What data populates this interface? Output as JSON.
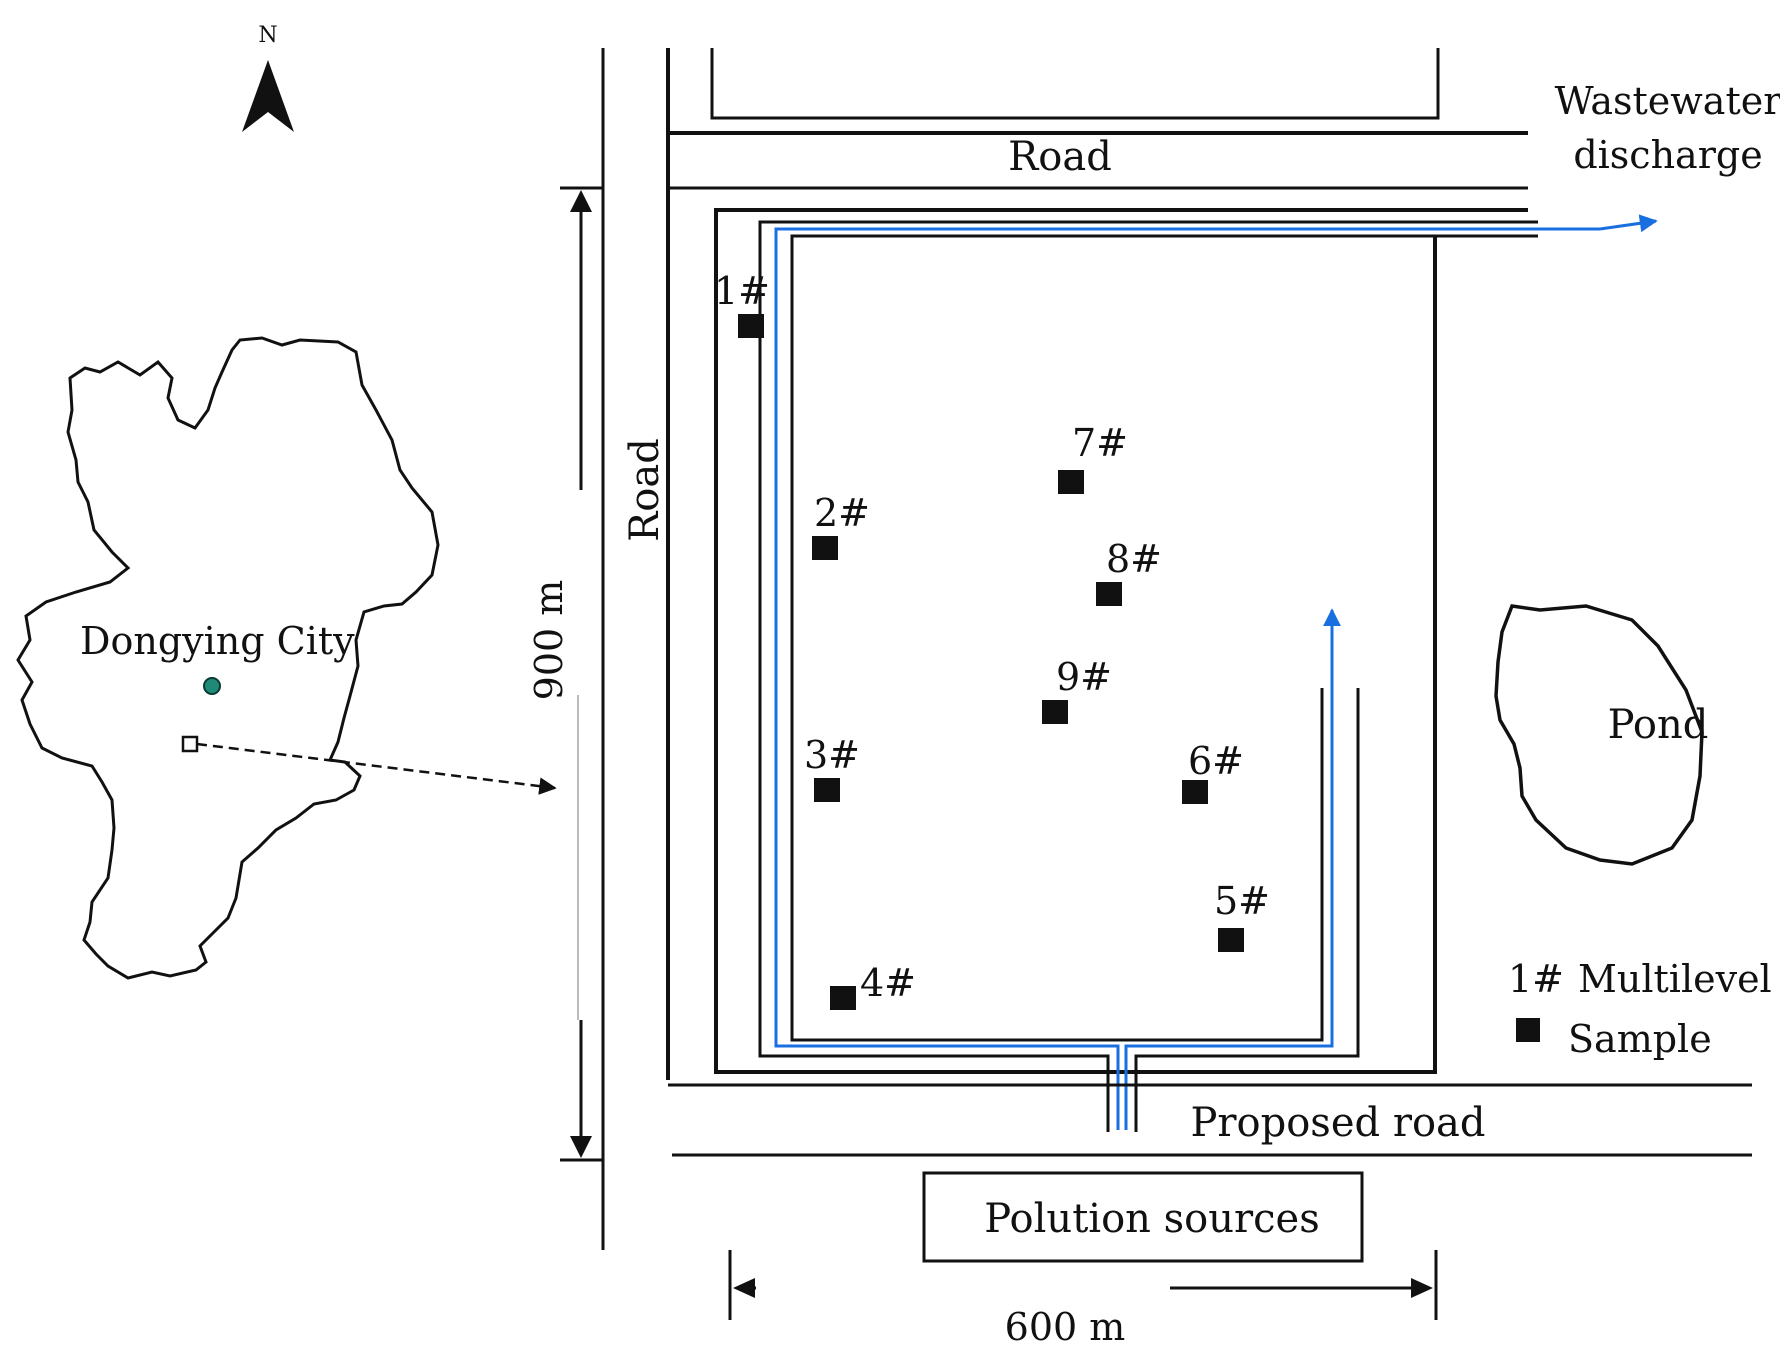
{
  "compass": {
    "label": "N"
  },
  "inset": {
    "city_label": "Dongying City"
  },
  "labels": {
    "road_top": "Road",
    "road_left": "Road",
    "wastewater_line1": "Wastewater",
    "wastewater_line2": "discharge",
    "proposed_road": "Proposed road",
    "pollution_sources": "Polution sources",
    "pond": "Pond"
  },
  "dimensions": {
    "vertical": "900 m",
    "horizontal": "600 m"
  },
  "samples": [
    "1#",
    "2#",
    "3#",
    "4#",
    "5#",
    "6#",
    "7#",
    "8#",
    "9#"
  ],
  "legend": {
    "multilevel_symbol": "1#",
    "multilevel_text": "Multilevel",
    "sample_text": "Sample"
  },
  "colors": {
    "line": "#111111",
    "water_flow": "#1a6fe0",
    "city_point": "#1f8a78"
  }
}
